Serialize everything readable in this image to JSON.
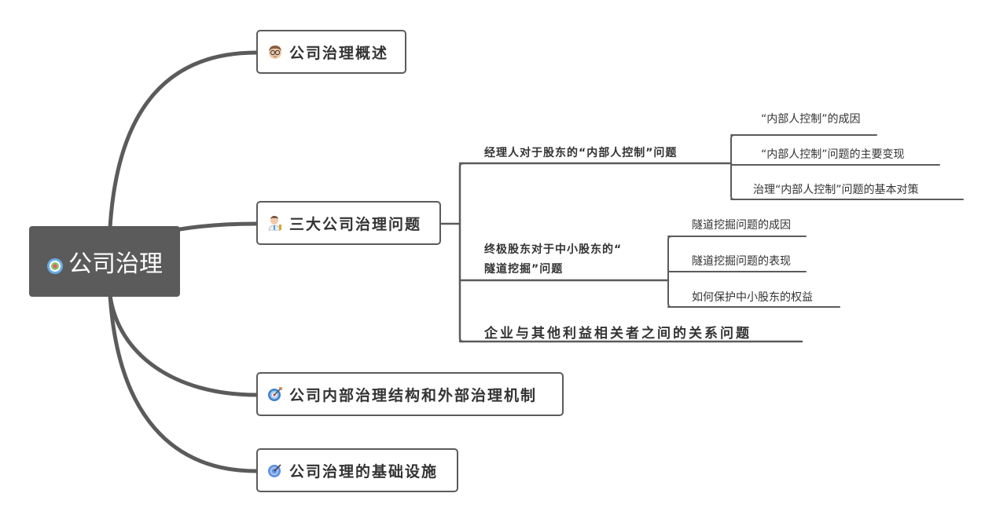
{
  "root": {
    "label": "公司治理",
    "icon": "target-icon"
  },
  "branches": [
    {
      "label": "公司治理概述",
      "icon": "face-glasses-icon"
    },
    {
      "label": "三大公司治理问题",
      "icon": "doctor-icon",
      "children": [
        {
          "label": "经理人对于股东的“内部人控制”问题",
          "children": [
            "“内部人控制”的成因",
            "“内部人控制”问题的主要变现",
            "治理“内部人控制”问题的基本对策"
          ]
        },
        {
          "label_line1": "终极股东对于中小股东的“",
          "label_line2": "隧道挖掘”问题",
          "children": [
            "隧道挖掘问题的成因",
            "隧道挖掘问题的表现",
            "如何保护中小股东的权益"
          ]
        },
        {
          "label": "企业与其他利益相关者之间的关系问题"
        }
      ]
    },
    {
      "label": "公司内部治理结构和外部治理机制",
      "icon": "dart-target-icon"
    },
    {
      "label": "公司治理的基础设施",
      "icon": "dart-target-blue-icon"
    }
  ],
  "colors": {
    "line": "#5b5b5b",
    "root_bg": "#5b5b5b"
  }
}
